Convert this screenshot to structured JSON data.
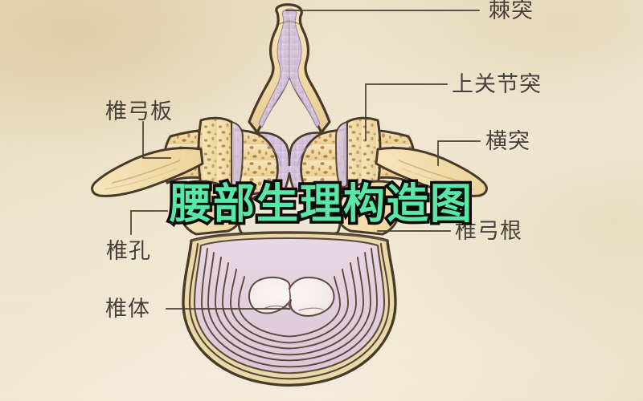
{
  "figure": {
    "title": "腰部生理构造图",
    "title_color": "#58e7a6",
    "title_outline_color": "#0b0b0b",
    "background_color": "#ece0c3",
    "view": "lumbar vertebra superior (axial) view"
  },
  "labels": {
    "spinous_process": "棘突",
    "superior_articular_process": "上关节突",
    "transverse_process": "横突",
    "pedicle": "椎弓根",
    "lamina": "椎弓板",
    "vertebral_foramen": "椎孔",
    "vertebral_body": "椎体"
  },
  "palette": {
    "bone_cortical": "#f3dca8",
    "bone_cancellous": "#edd49b",
    "bone_speckle": "#9a6b23",
    "cartilage_lavender": "#d8c8de",
    "disc_ring": "#e3cfdd",
    "disc_nucleus": "#f6f0ee",
    "outline": "#4a3a2a",
    "leader_line": "#4a4036"
  }
}
